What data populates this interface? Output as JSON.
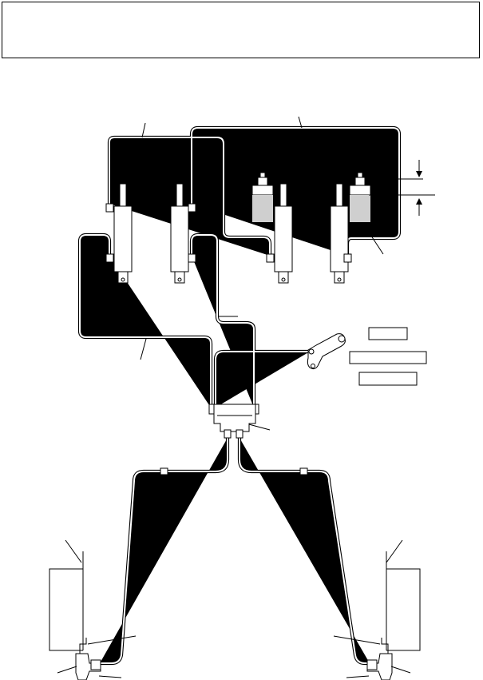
{
  "header": {
    "text": ""
  },
  "diagram": {
    "components": {
      "master_cylinders": 4,
      "reservoirs": 2,
      "brake_valve": 1,
      "parking_lever": 1,
      "wheel_assemblies": 2
    },
    "label_boxes": [
      "",
      "",
      ""
    ],
    "colors": {
      "reservoir_fill": "#cfcfcf",
      "line": "#000000",
      "background": "#ffffff"
    }
  }
}
